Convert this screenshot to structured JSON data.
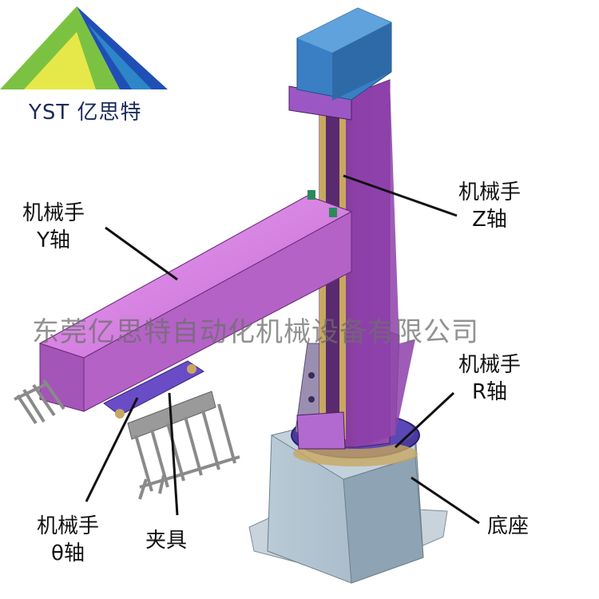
{
  "logo": {
    "text": "YST 亿思特",
    "colors": [
      "#1f4fb5",
      "#2d86c8",
      "#7cc242",
      "#e6e84a"
    ]
  },
  "watermark": "东莞亿思特自动化机械设备有限公司",
  "labels": {
    "z_axis": {
      "line1": "机械手",
      "line2": "Z轴"
    },
    "y_axis": {
      "line1": "机械手",
      "line2": "Y轴"
    },
    "r_axis": {
      "line1": "机械手",
      "line2": "R轴"
    },
    "theta_axis": {
      "line1": "机械手",
      "line2": "θ轴"
    },
    "fixture": {
      "line1": "夹具"
    },
    "base": {
      "line1": "底座"
    }
  },
  "colors": {
    "motor": "#3a7fc4",
    "column": "#8a3fa0",
    "arm": "#d77ee0",
    "base_box": "#a9bcc8",
    "rail": "#c8a860",
    "leader": "#111111"
  }
}
